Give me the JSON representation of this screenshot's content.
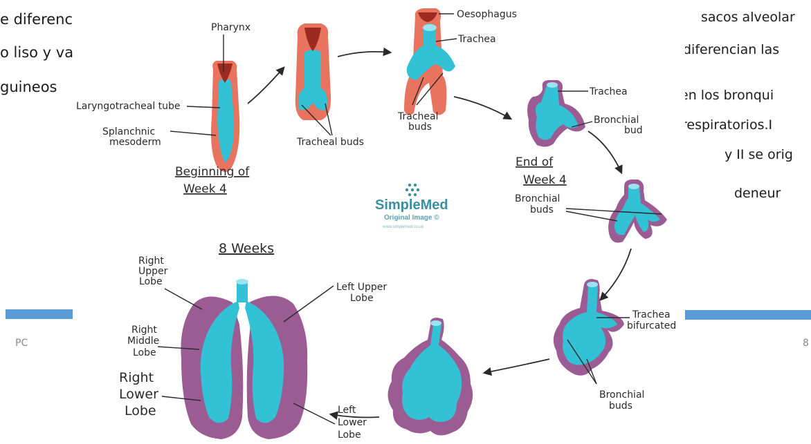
{
  "slide": {
    "left_text": [
      "e diferencia en",
      "o liso y vasos",
      "guineos"
    ],
    "right_text": [
      "sacos alveolar",
      "diferencian las",
      "en los bronqui",
      "respiratorios.I",
      "y II se orig",
      "deneur"
    ],
    "footer_left": "PC",
    "footer_right": "8",
    "accent_color": "#5b9bd5"
  },
  "diagram": {
    "colors": {
      "lung_cyan": "#33c1d6",
      "mesoderm_pink": "#e8735e",
      "mesoderm_purple": "#9b5c94",
      "pharynx_dark": "#9b2a20",
      "text": "#2a2a2a"
    },
    "stage_week4_start": {
      "heading": [
        "Beginning of",
        "Week 4"
      ],
      "labels": {
        "pharynx": "Pharynx",
        "tube": "Laryngotracheal tube",
        "mesoderm": [
          "Splanchnic",
          "mesoderm"
        ]
      }
    },
    "stage_buds": {
      "label": "Tracheal buds"
    },
    "stage_oesophagus": {
      "labels": {
        "oesophagus": "Oesophagus",
        "trachea": "Trachea",
        "buds": [
          "Tracheal",
          "buds"
        ]
      }
    },
    "stage_week4_end": {
      "heading": [
        "End of",
        "Week 4"
      ],
      "labels": {
        "trachea": "Trachea",
        "bud": [
          "Bronchial",
          "bud"
        ]
      }
    },
    "stage_bronchial": {
      "labels": {
        "buds": [
          "Bronchial",
          "buds"
        ]
      }
    },
    "stage_bifurcation": {
      "labels": {
        "bif": [
          "Trachea",
          "bifurcated"
        ],
        "buds": [
          "Bronchial",
          "buds"
        ]
      }
    },
    "stage_8weeks": {
      "heading": "8 Weeks",
      "labels": {
        "rul": [
          "Right",
          "Upper",
          "Lobe"
        ],
        "rml": [
          "Right",
          "Middle",
          "Lobe"
        ],
        "rll": [
          "Right",
          "Lower",
          "Lobe"
        ],
        "lul": [
          "Left Upper",
          "Lobe"
        ],
        "lll": [
          "Left",
          "Lower",
          "Lobe"
        ]
      }
    },
    "watermark": {
      "brand": "SimpleMed",
      "tagline": "Original Image ©",
      "url": "www.simplemed.co.uk"
    }
  }
}
